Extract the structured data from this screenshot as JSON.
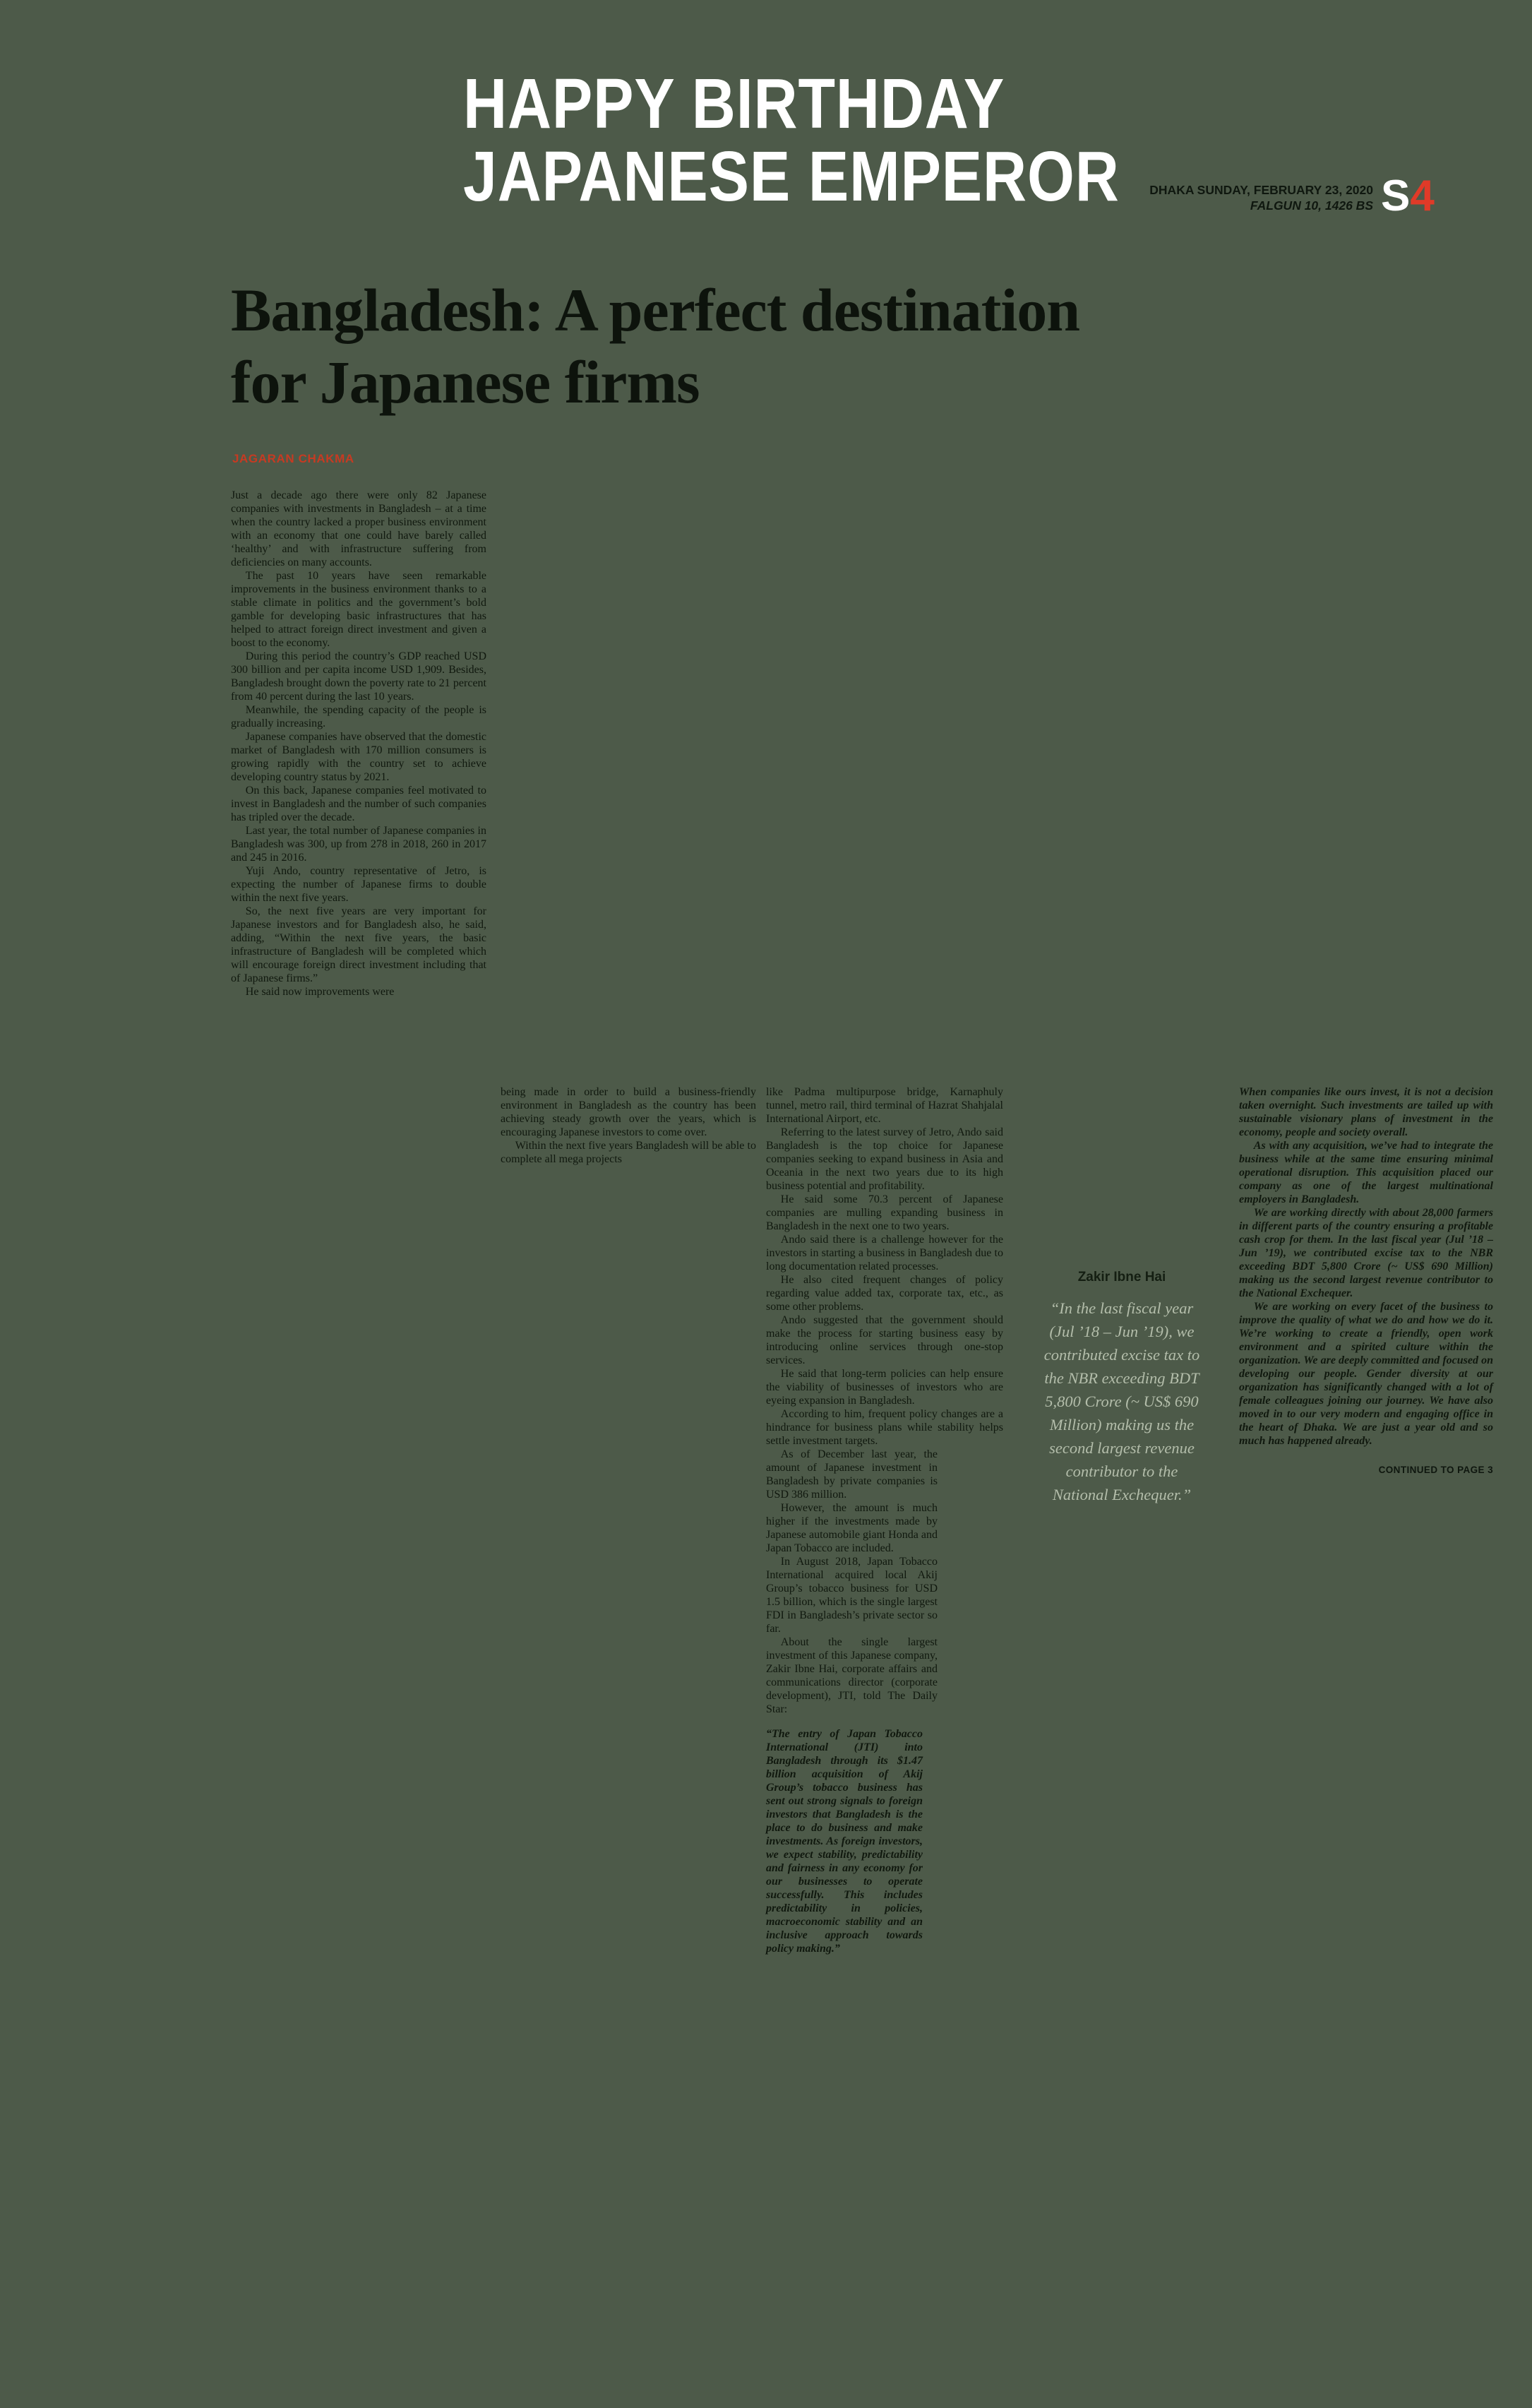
{
  "colors": {
    "background": "#4d5a49",
    "masthead_white": "#ffffff",
    "accent_red": "#c73a22",
    "section_number_red": "#e03a28",
    "body_ink": "#10180e",
    "pull_quote_light": "#b3bdaa"
  },
  "header": {
    "masthead_line1": "HAPPY BIRTHDAY",
    "masthead_line2": "JAPANESE EMPEROR",
    "dateline_primary": "DHAKA SUNDAY, FEBRUARY 23, 2020",
    "dateline_secondary": "FALGUN 10, 1426 BS",
    "section_letter": "S",
    "section_number": "4"
  },
  "article": {
    "headline_line1": "Bangladesh: A perfect destination",
    "headline_line2": "for Japanese firms",
    "byline": "JAGARAN CHAKMA",
    "column1": [
      "Just a decade ago there were only 82 Japanese companies with investments in Bangladesh – at a time when the country lacked a proper business environment with an economy that one could have barely called ‘healthy’ and with infrastructure suffering from deficiencies on many accounts.",
      "The past 10 years have seen remarkable improvements in the business environment thanks to a stable climate in politics and the government’s bold gamble for developing basic infrastructures that has helped to attract foreign direct investment and given a boost to the economy.",
      "During this period the country’s GDP reached USD 300 billion and per capita income USD 1,909. Besides, Bangladesh brought down the poverty rate to 21 percent from 40 percent during the last 10 years.",
      "Meanwhile, the spending capacity of the people is gradually increasing.",
      "Japanese companies have observed that the domestic market of Bangladesh with 170 million consumers is growing rapidly with the country set to achieve developing country status by 2021.",
      "On this back, Japanese companies feel motivated to invest in Bangladesh and the number of such companies has tripled over the decade.",
      "Last year, the total number of Japanese companies in Bangladesh was 300, up from 278 in 2018, 260 in 2017 and 245 in 2016.",
      "Yuji Ando, country representative of Jetro, is expecting the number of Japanese firms to double within the next five years.",
      "So, the next five years are very important for Japanese investors and for Bangladesh also, he said, adding, “Within the next five years, the basic infrastructure of Bangladesh will be completed which will encourage foreign direct investment including that of Japanese firms.”",
      "He said now improvements were"
    ],
    "column2": [
      "being made in order to build a business-friendly environment in Bangladesh as the country has been achieving steady growth over the years, which is encouraging Japanese investors to come over.",
      "Within the next five years Bangladesh will be able to complete all mega projects"
    ],
    "column3_full": [
      "like Padma multipurpose bridge, Karnaphuly tunnel, metro rail, third terminal of Hazrat Shahjalal International Airport, etc.",
      "Referring to the latest survey of Jetro, Ando said Bangladesh is the top choice for Japanese companies seeking to expand business in Asia and Oceania in the next two years due to its high business potential and profitability.",
      "He said some 70.3 percent of Japanese companies are mulling expanding business in Bangladesh in the next one to two years.",
      "Ando said there is a challenge however for the investors in starting a business in Bangladesh due to long documentation related processes.",
      "He also cited frequent changes of policy regarding value added tax, corporate tax, etc., as some other problems.",
      "Ando suggested that the government should make the process for starting business easy by introducing online services through one-stop services.",
      "He said that long-term policies can help ensure the viability of businesses of investors who are eyeing expansion in Bangladesh.",
      "According to him, frequent policy changes are a hindrance for business plans while stability helps settle investment targets."
    ],
    "column3_narrow": [
      "As of December last year, the amount of Japanese investment in Bangladesh by private companies is USD 386 million.",
      "However, the amount is much higher if the investments made by Japanese automobile giant Honda and Japan Tobacco are included.",
      "In August 2018, Japan Tobacco International acquired local Akij Group’s tobacco business for USD 1.5 billion, which is the single largest FDI in Bangladesh’s private sector so far.",
      "About the single largest investment of this Japanese company, Zakir Ibne Hai, corporate affairs and communications director (corporate development), JTI, told The Daily Star:"
    ],
    "column3_quote": [
      "“The entry of Japan Tobacco International (JTI) into Bangladesh through its $1.47 billion acquisition of Akij Group’s tobacco business has sent out strong signals to foreign investors that Bangladesh is the place to do business and make investments. As foreign investors, we expect stability, predictability and fairness in any economy for our businesses to operate successfully. This includes predictability in policies, macroeconomic stability and an inclusive approach towards policy making.”"
    ],
    "pull_quote": {
      "attribution": "Zakir Ibne Hai",
      "text": "“In the last fiscal year (Jul ’18 – Jun ’19), we contributed excise tax to the NBR exceeding BDT 5,800 Crore (~ US$ 690 Million) making us the second largest revenue contributor to the National Exchequer.”"
    },
    "column4": [
      "When companies like ours invest, it is not a decision taken overnight. Such investments are tailed up with sustainable visionary plans of investment in the economy, people and society overall.",
      "As with any acquisition, we’ve had to integrate the business while at the same time ensuring minimal operational disruption. This acquisition placed our company as one of the largest multinational employers in Bangladesh.",
      "We are working directly with about 28,000 farmers in different parts of the country ensuring a profitable cash crop for them. In the last fiscal year (Jul ’18 – Jun ’19), we contributed excise tax to the NBR exceeding BDT 5,800 Crore (~ US$ 690 Million) making us the second largest revenue contributor to the National Exchequer.",
      "We are working on every facet of the business to improve the quality of what we do and how we do it. We’re working to create a friendly, open work environment and a spirited culture within the organization. We are deeply committed and focused on developing our people. Gender diversity at our organization has significantly changed with a lot of female colleagues joining our journey. We have also moved in to our very modern and engaging office in the heart of Dhaka. We are just a year old and so much has happened already."
    ],
    "continued": "CONTINUED TO PAGE 3"
  }
}
